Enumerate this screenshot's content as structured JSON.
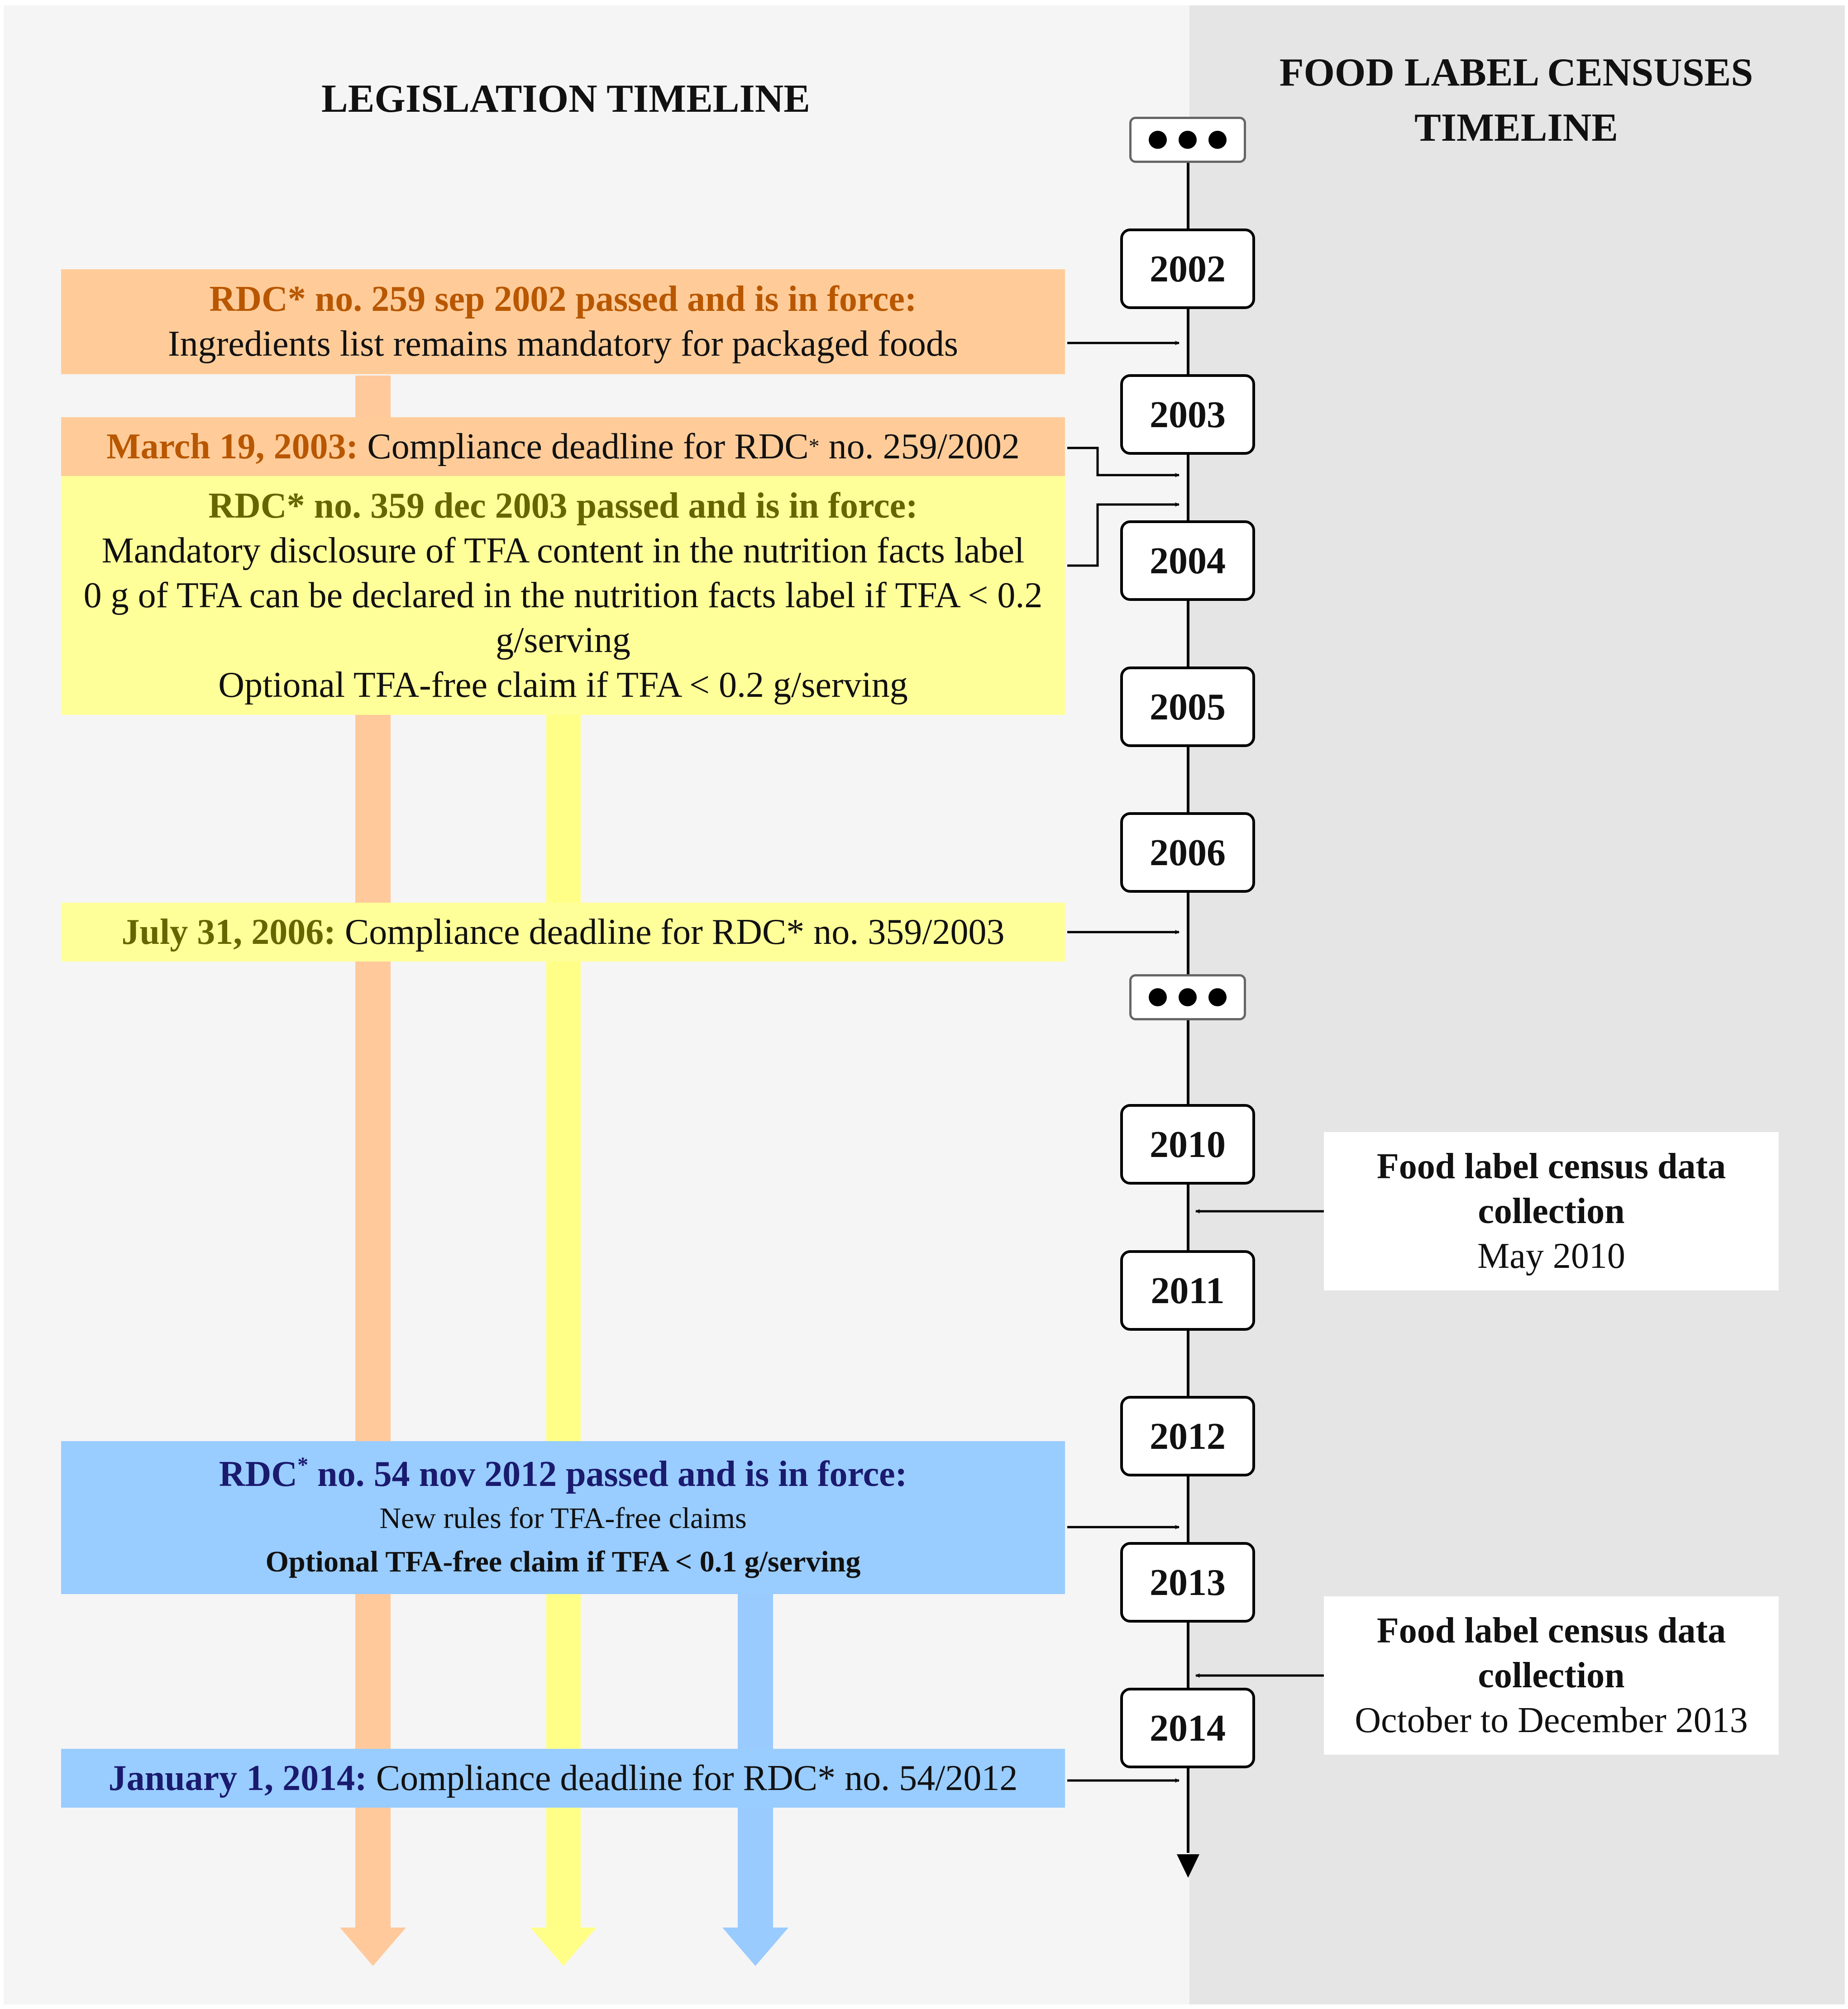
{
  "titles": {
    "legislation": "LEGISLATION TIMELINE",
    "census_line1": "FOOD LABEL CENSUSES",
    "census_line2": "TIMELINE"
  },
  "colors": {
    "panel_left": "#f5f5f5",
    "panel_right": "#e5e5e5",
    "orange_fill": "#ffcc99",
    "orange_arrow": "#ffc99b",
    "orange_text": "#b85700",
    "yellow_fill": "#ffff99",
    "yellow_arrow": "#ffff88",
    "yellow_text": "#666600",
    "blue_fill": "#99ccff",
    "blue_arrow": "#99cbff",
    "blue_text": "#1a1a6e"
  },
  "years": [
    "2002",
    "2003",
    "2004",
    "2005",
    "2006",
    "2010",
    "2011",
    "2012",
    "2013",
    "2014"
  ],
  "events": {
    "rdc259": {
      "head": "RDC* no. 259 sep 2002 passed and is in force:",
      "line1": "Ingredients list remains mandatory for packaged foods"
    },
    "deadline259": {
      "date": "March 19, 2003:",
      "text_pre": " Compliance deadline for RDC",
      "sup": "*",
      "text_post": " no. 259/2002"
    },
    "rdc359": {
      "head": "RDC* no. 359 dec 2003 passed and is in force:",
      "line1": "Mandatory disclosure of TFA content in the nutrition facts label",
      "line2": "0 g of TFA can be declared in the nutrition facts label if TFA < 0.2 g/serving",
      "line3": "Optional TFA-free claim if TFA < 0.2 g/serving"
    },
    "deadline359": {
      "date": "July 31, 2006:",
      "text": " Compliance deadline for RDC* no. 359/2003"
    },
    "rdc54": {
      "head_pre": "RDC",
      "head_sup": "*",
      "head_post": " no. 54 nov 2012 passed and is in force:",
      "line1": "New rules for TFA-free claims",
      "line2": "Optional TFA-free claim if TFA < 0.1 g/serving"
    },
    "deadline54": {
      "date": "January 1, 2014:",
      "text": " Compliance deadline for RDC* no. 54/2012"
    }
  },
  "census": {
    "first": {
      "title": "Food label census data collection",
      "period": "May 2010"
    },
    "second": {
      "title": "Food label census data collection",
      "period": "October to December 2013"
    }
  }
}
